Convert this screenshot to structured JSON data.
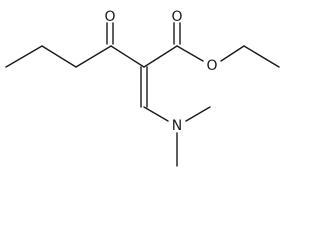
{
  "molecule": {
    "atoms": [
      {
        "id": "o_ketone",
        "label": "O",
        "color": "#1a1a1a"
      },
      {
        "id": "o_carbonyl",
        "label": "O",
        "color": "#1a1a1a"
      },
      {
        "id": "o_ester",
        "label": "O",
        "color": "#1a1a1a"
      },
      {
        "id": "n_amine",
        "label": "N",
        "color": "#1a1a1a"
      }
    ],
    "bond_color": "#1a1a1a",
    "background": "#ffffff"
  }
}
